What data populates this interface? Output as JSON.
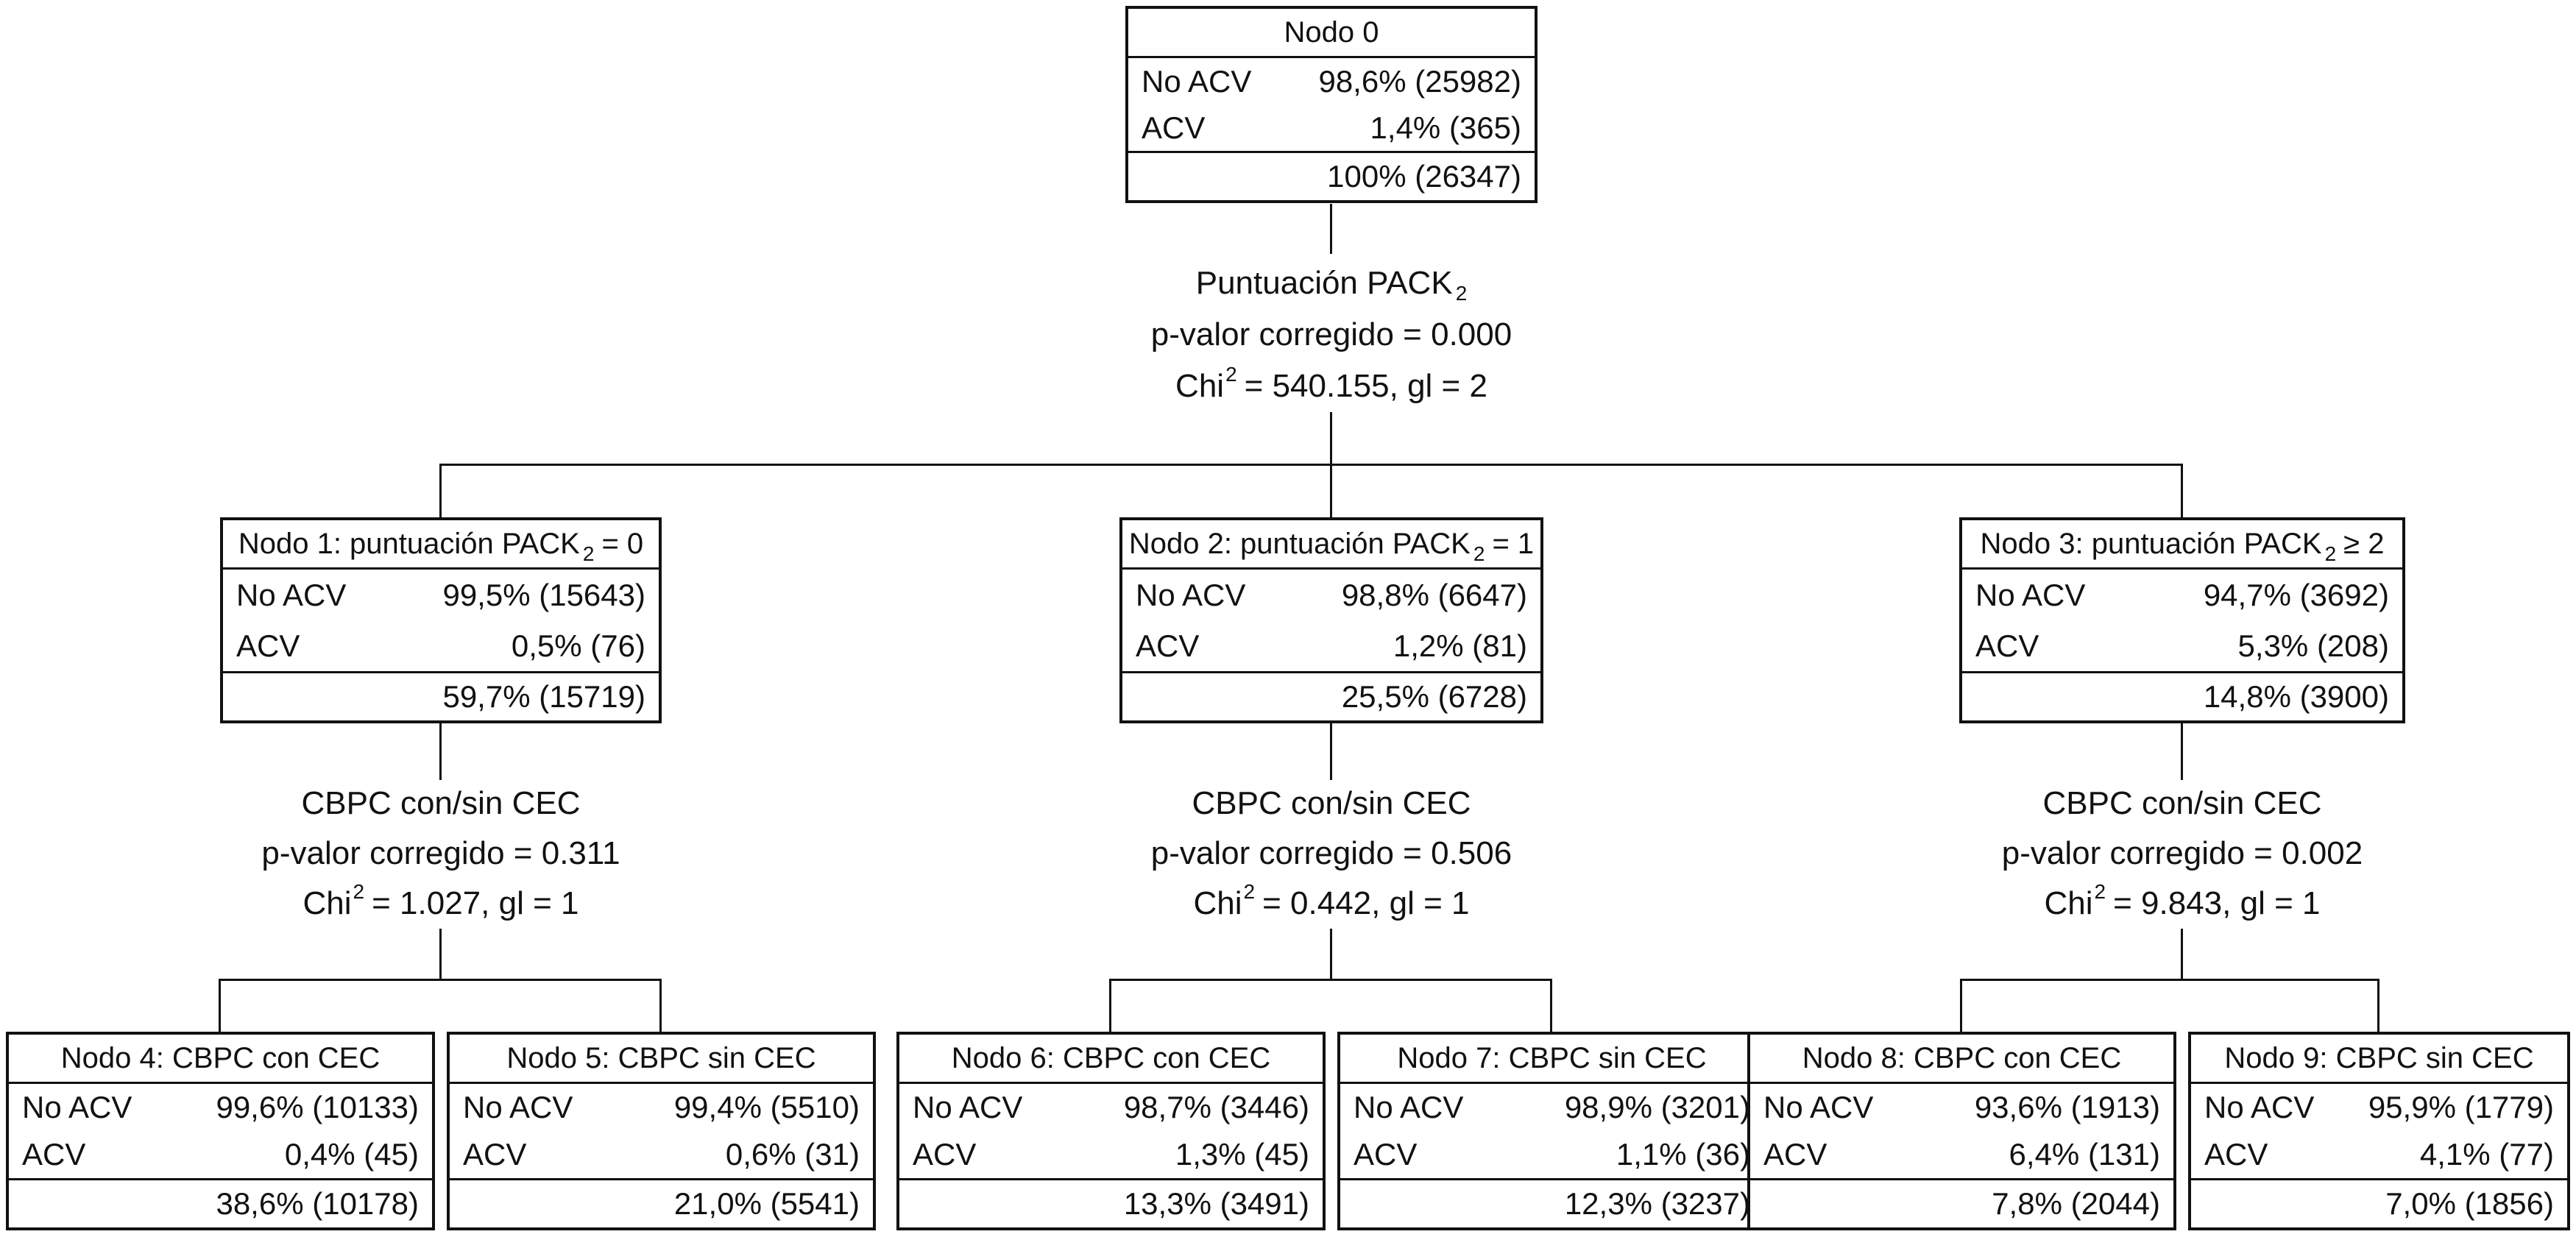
{
  "palette": {
    "line": "#111111",
    "background": "#ffffff"
  },
  "row_labels": {
    "no_acv": "No ACV",
    "acv": "ACV"
  },
  "nodes": {
    "n0": {
      "title": "Nodo 0",
      "no_acv": "98,6% (25982)",
      "acv": "1,4% (365)",
      "total": "100% (26347)"
    },
    "n1": {
      "title_prefix": "Nodo 1: puntuación PACK",
      "title_sub": "2",
      "title_suffix": "= 0",
      "no_acv": "99,5% (15643)",
      "acv": "0,5% (76)",
      "total": "59,7% (15719)"
    },
    "n2": {
      "title_prefix": "Nodo 2: puntuación PACK",
      "title_sub": "2",
      "title_suffix": "= 1",
      "no_acv": "98,8% (6647)",
      "acv": "1,2% (81)",
      "total": "25,5% (6728)"
    },
    "n3": {
      "title_prefix": "Nodo 3: puntuación PACK",
      "title_sub": "2",
      "title_suffix": "≥ 2",
      "no_acv": "94,7% (3692)",
      "acv": "5,3% (208)",
      "total": "14,8% (3900)"
    },
    "n4": {
      "title": "Nodo 4: CBPC con CEC",
      "no_acv": "99,6% (10133)",
      "acv": "0,4% (45)",
      "total": "38,6% (10178)"
    },
    "n5": {
      "title": "Nodo 5: CBPC sin CEC",
      "no_acv": "99,4% (5510)",
      "acv": "0,6% (31)",
      "total": "21,0% (5541)"
    },
    "n6": {
      "title": "Nodo 6: CBPC con CEC",
      "no_acv": "98,7% (3446)",
      "acv": "1,3% (45)",
      "total": "13,3% (3491)"
    },
    "n7": {
      "title": "Nodo 7: CBPC sin CEC",
      "no_acv": "98,9% (3201)",
      "acv": "1,1% (36)",
      "total": "12,3% (3237)"
    },
    "n8": {
      "title": "Nodo 8: CBPC con CEC",
      "no_acv": "93,6% (1913)",
      "acv": "6,4% (131)",
      "total": "7,8% (2044)"
    },
    "n9": {
      "title": "Nodo 9: CBPC sin CEC",
      "no_acv": "95,9% (1779)",
      "acv": "4,1% (77)",
      "total": "7,0% (1856)"
    }
  },
  "splits": {
    "root": {
      "var_prefix": "Puntuación PACK",
      "var_sub": "2",
      "pvalue": "p-valor corregido = 0.000",
      "chi_prefix": "Chi",
      "chi_sup": "2",
      "chi_rest": "= 540.155, gl = 2"
    },
    "b1": {
      "var": "CBPC con/sin CEC",
      "pvalue": "p-valor corregido = 0.311",
      "chi_prefix": "Chi",
      "chi_sup": "2",
      "chi_rest": "= 1.027, gl = 1"
    },
    "b2": {
      "var": "CBPC con/sin CEC",
      "pvalue": "p-valor corregido = 0.506",
      "chi_prefix": "Chi",
      "chi_sup": "2",
      "chi_rest": "= 0.442, gl = 1"
    },
    "b3": {
      "var": "CBPC con/sin CEC",
      "pvalue": "p-valor corregido = 0.002",
      "chi_prefix": "Chi",
      "chi_sup": "2",
      "chi_rest": "= 9.843, gl = 1"
    }
  }
}
